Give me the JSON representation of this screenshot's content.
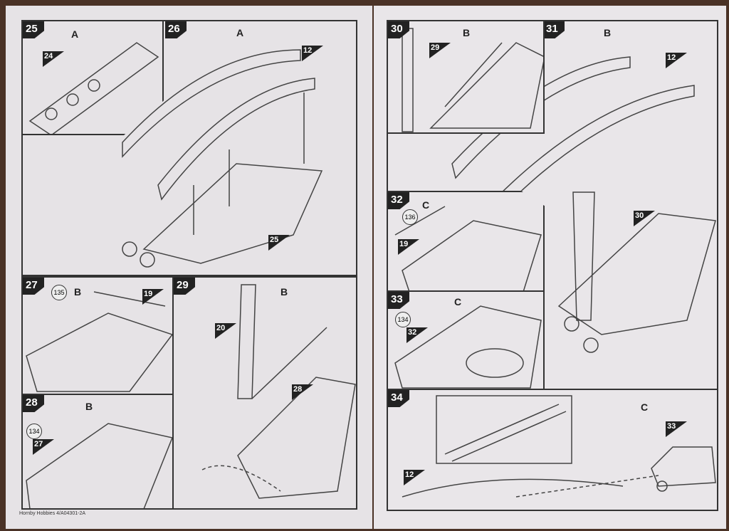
{
  "footer": "Hornby Hobbies 4/A04301-2A",
  "steps": [
    {
      "n": "25",
      "sub": "A",
      "parts": [
        "24"
      ]
    },
    {
      "n": "26",
      "sub": "A",
      "parts": [
        "12",
        "25"
      ]
    },
    {
      "n": "27",
      "sub": "B",
      "parts": [
        "135",
        "19"
      ]
    },
    {
      "n": "28",
      "sub": "B",
      "parts": [
        "134",
        "27"
      ]
    },
    {
      "n": "29",
      "sub": "B",
      "parts": [
        "20",
        "28"
      ]
    },
    {
      "n": "30",
      "sub": "B",
      "parts": [
        "29"
      ]
    },
    {
      "n": "31",
      "sub": "B",
      "parts": [
        "12",
        "30"
      ]
    },
    {
      "n": "32",
      "sub": "C",
      "parts": [
        "136",
        "19"
      ]
    },
    {
      "n": "33",
      "sub": "C",
      "parts": [
        "134",
        "32"
      ]
    },
    {
      "n": "34",
      "sub": "C",
      "parts": [
        "33",
        "12"
      ]
    }
  ]
}
